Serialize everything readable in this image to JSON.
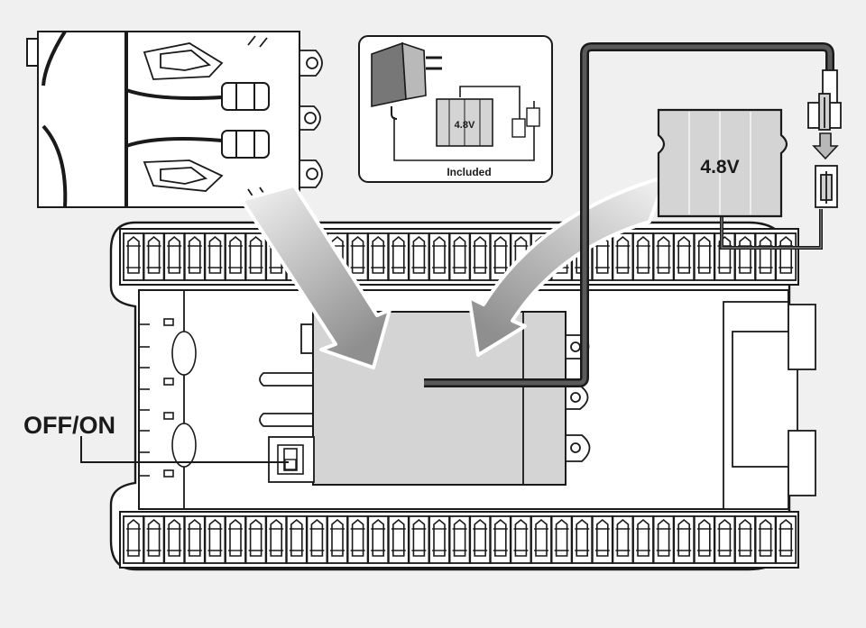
{
  "labels": {
    "battery_voltage": "4.8V",
    "charger_battery_voltage": "4.8V",
    "included_caption": "Included",
    "switch_label": "OFF/ON"
  },
  "colors": {
    "background": "#f0f0f0",
    "line": "#1a1a1a",
    "panel": "#ffffff",
    "battery_fill": "#d4d4d4",
    "arrow_fill": "#c9c9c9"
  },
  "icons": {
    "charger": "wall-plug-charger-icon",
    "battery": "battery-pack-icon",
    "connector": "plug-connector-icon",
    "direction": "down-arrow-icon"
  }
}
